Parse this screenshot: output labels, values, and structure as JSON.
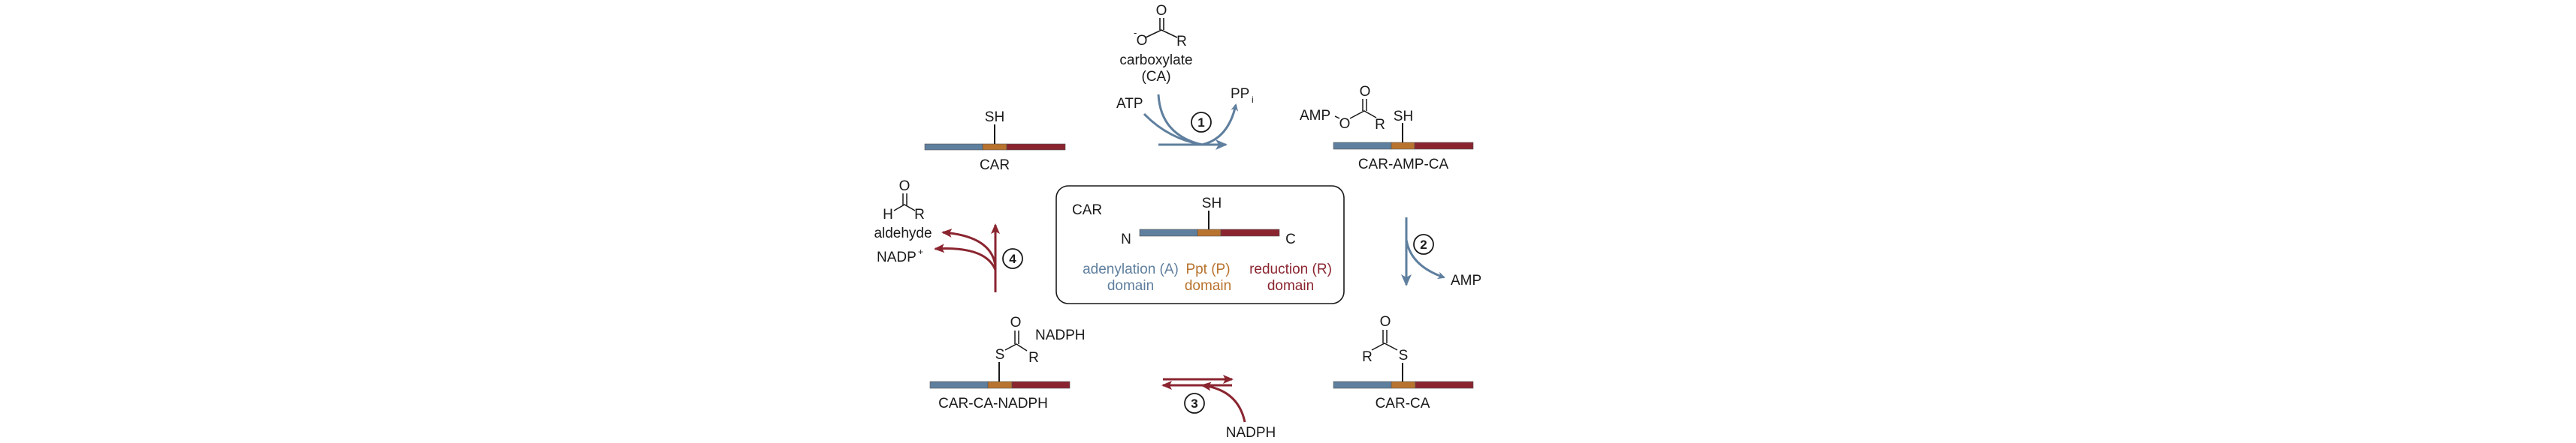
{
  "colors": {
    "adenylation": "#5f7f9e",
    "ppt": "#b8732e",
    "reduction": "#8a2530",
    "ink": "#1a1a1a"
  },
  "legend": {
    "title": "CAR",
    "n_term": "N",
    "c_term": "C",
    "thiol": "SH",
    "domains": [
      {
        "line1": "adenylation (A)",
        "line2": "domain"
      },
      {
        "line1": "Ppt (P)",
        "line2": "domain"
      },
      {
        "line1": "reduction (R)",
        "line2": "domain"
      }
    ]
  },
  "states": {
    "car": {
      "name": "CAR",
      "group": "SH"
    },
    "car_amp_ca": {
      "name": "CAR-AMP-CA",
      "group": "SH",
      "amp": "AMP",
      "o": "O",
      "carbonyl_o": "O",
      "r": "R"
    },
    "car_ca": {
      "name": "CAR-CA",
      "s": "S",
      "carbonyl_o": "O",
      "r": "R"
    },
    "car_ca_nadph": {
      "name": "CAR-CA-NADPH",
      "s": "S",
      "carbonyl_o": "O",
      "r": "R",
      "cofactor": "NADPH"
    }
  },
  "substrate": {
    "name": "carboxylate",
    "abbr": "(CA)",
    "o_minus": "O",
    "charge": "-",
    "carbonyl_o": "O",
    "r": "R"
  },
  "product": {
    "name": "aldehyde",
    "h": "H",
    "carbonyl_o": "O",
    "r": "R"
  },
  "steps": [
    {
      "num": "1",
      "inputs": [
        "ATP"
      ],
      "outputs": [
        "PP",
        "i"
      ]
    },
    {
      "num": "2",
      "outputs": [
        "AMP"
      ]
    },
    {
      "num": "3",
      "inputs": [
        "NADPH"
      ]
    },
    {
      "num": "4",
      "outputs": [
        "NADP",
        "+"
      ]
    }
  ]
}
